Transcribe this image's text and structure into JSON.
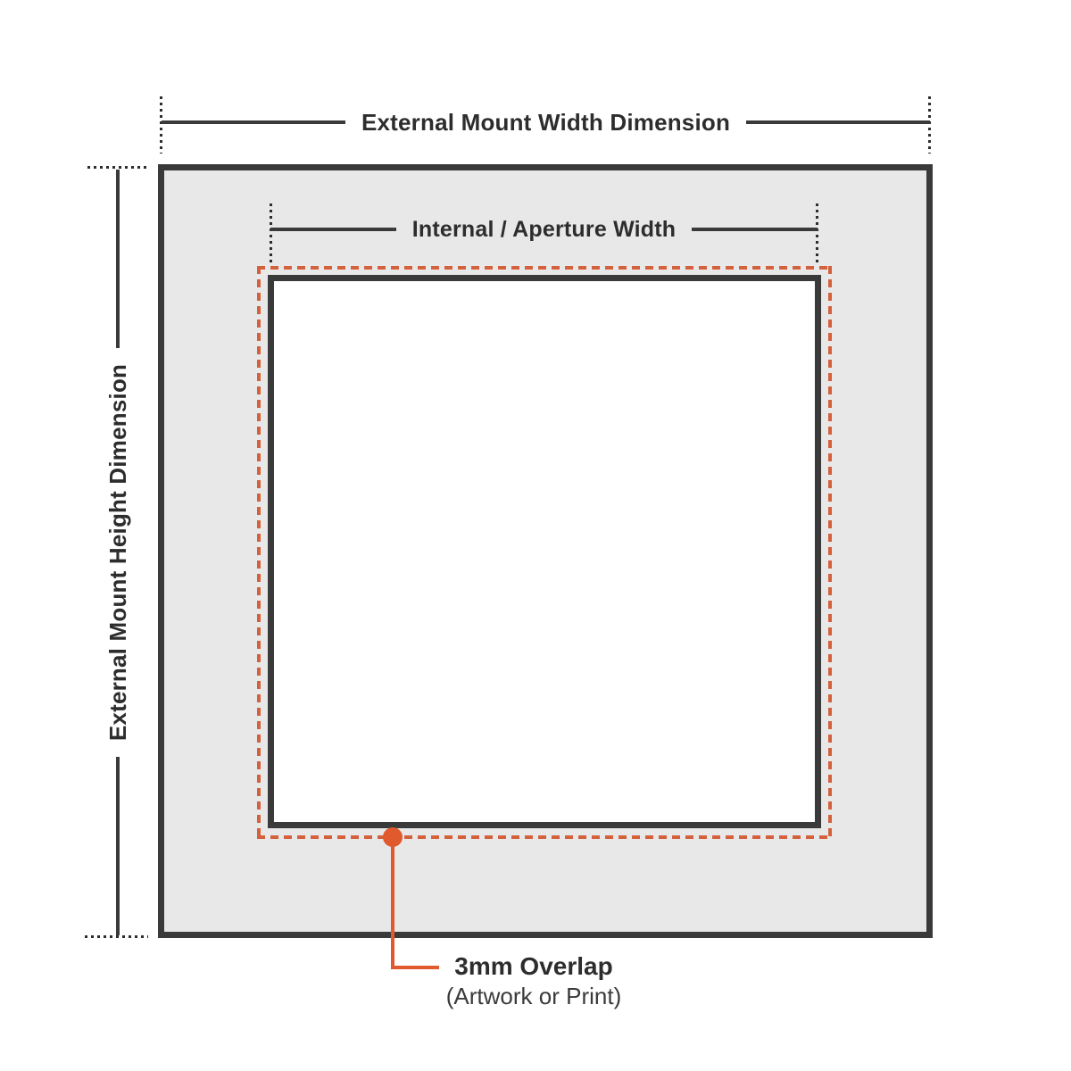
{
  "diagram": {
    "labels": {
      "external_width": "External Mount Width Dimension",
      "external_height": "External Mount Height Dimension",
      "internal_width": "Internal / Aperture Width",
      "overlap_title": "3mm Overlap",
      "overlap_subtitle": "(Artwork or Print)"
    },
    "colors": {
      "dark": "#3a3a3a",
      "text": "#2d2d2d",
      "mount_fill": "#e8e8e9",
      "orange": "#e05a2e",
      "orange_dash": "#d4613c",
      "white": "#ffffff"
    }
  }
}
